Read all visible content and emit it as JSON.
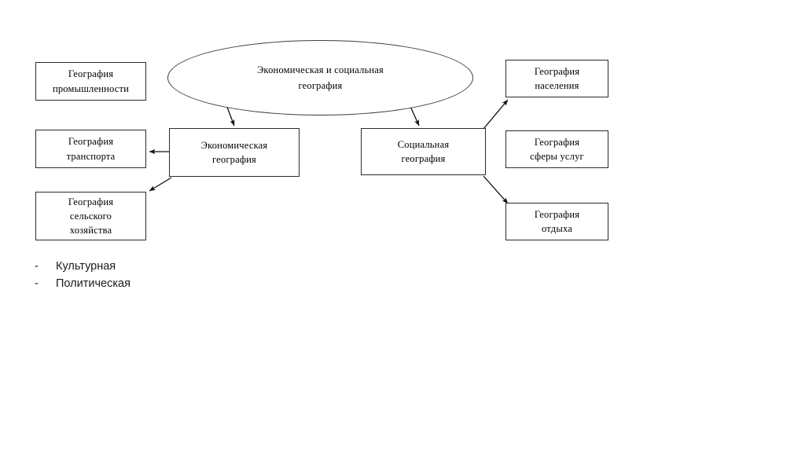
{
  "diagram": {
    "root": {
      "id": "root-ellipse",
      "shape": "ellipse",
      "lines": [
        "Экономическая и социальная",
        "география"
      ]
    },
    "nodes": [
      {
        "id": "industry",
        "shape": "rect",
        "lines": [
          "География",
          "промышленности"
        ]
      },
      {
        "id": "transport",
        "shape": "rect",
        "lines": [
          "География",
          "транспорта"
        ]
      },
      {
        "id": "agriculture",
        "shape": "rect",
        "lines": [
          "География",
          "сельского",
          "хозяйства"
        ]
      },
      {
        "id": "economic",
        "shape": "rect",
        "lines": [
          "Экономическая",
          "география"
        ]
      },
      {
        "id": "social",
        "shape": "rect",
        "lines": [
          "Социальная",
          "география"
        ]
      },
      {
        "id": "population",
        "shape": "rect",
        "lines": [
          "География",
          "населения"
        ]
      },
      {
        "id": "services",
        "shape": "rect",
        "lines": [
          "География",
          "сферы услуг"
        ]
      },
      {
        "id": "recreation",
        "shape": "rect",
        "lines": [
          "География",
          "отдыха"
        ]
      }
    ],
    "connectors": [
      {
        "from": "root-ellipse",
        "to": "economic",
        "style": "arrow"
      },
      {
        "from": "root-ellipse",
        "to": "social",
        "style": "arrow"
      },
      {
        "from": "economic",
        "to": "transport",
        "style": "arrow"
      },
      {
        "from": "economic",
        "to": "agriculture",
        "style": "arrow"
      },
      {
        "from": "social",
        "to": "population",
        "style": "arrow"
      },
      {
        "from": "social",
        "to": "recreation",
        "style": "arrow"
      }
    ],
    "stroke_color": "#2b2b2b"
  },
  "bullet_list": {
    "marker": "-",
    "items": [
      {
        "label": "Культурная"
      },
      {
        "label": "Политическая"
      }
    ]
  }
}
